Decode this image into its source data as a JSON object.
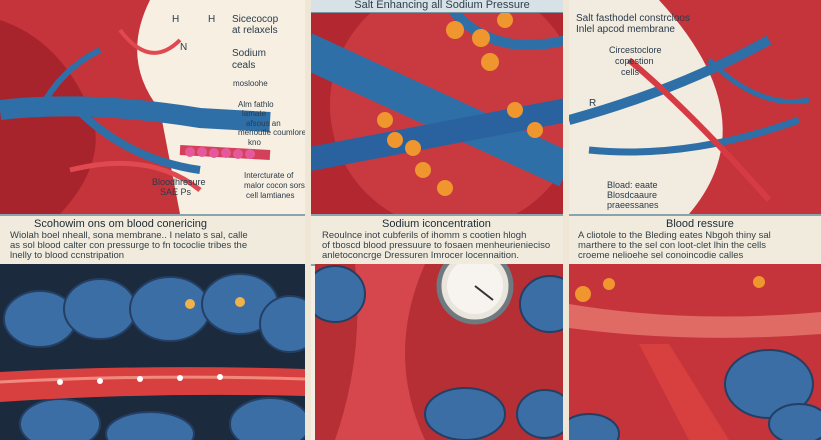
{
  "header": {
    "title": "Salt Enhancing all Sodium Pressure"
  },
  "top_left": {
    "labels": [
      "H",
      "H",
      "Sicecocop",
      "at relaxels",
      "N",
      "Sodium",
      "ceals",
      "mosloohe",
      "Alm fathlo",
      "lamate",
      "afsous an",
      "menoutle coumlore",
      "kno",
      "Bloodhresure",
      "SAE Ps",
      "Intercturate of",
      "malor cocon sors",
      "cell lamtianes"
    ]
  },
  "top_right": {
    "labels": [
      "Salt fasthodel constrcloos",
      "Inlel apcod membrane",
      "Circestoclore",
      "copestion",
      "cells",
      "R",
      "Bload: eaate",
      "Blosdcaaure",
      "praeessanes"
    ],
    "mid_label": "R"
  },
  "captions": [
    {
      "title": "Scohowim ons om blood conericing",
      "lines": [
        "Wiolah boel nheall, sona membrane.. I nelato s sal, calle",
        "as sol blood calter con pressurge to fn tococlie tribes the",
        "lnelly to blood ccnstripation"
      ]
    },
    {
      "title": "Sodium iconcentration",
      "lines": [
        "Reoulnce inot cubferils of ihomm s cootien hlogh",
        "of tboscd blood pressuure to fosaen menheurienieciso",
        "anletoconcrge Dressuren Imrocer locennaition."
      ]
    },
    {
      "title": "Blood ressure",
      "lines": [
        "A cliotole to the    Bleding eates Nbgoh thiny sal",
        "marthere to the sel con loot-clet lhin the cells",
        "croeme nelioehe sel conoincodie calles"
      ]
    }
  ],
  "colors": {
    "vessel_red": "#c8333a",
    "vein_blue": "#2f6fa8",
    "cell_blue": "#3b6ea5",
    "orange": "#f0962f",
    "banner_border": "#8aa3ad"
  }
}
